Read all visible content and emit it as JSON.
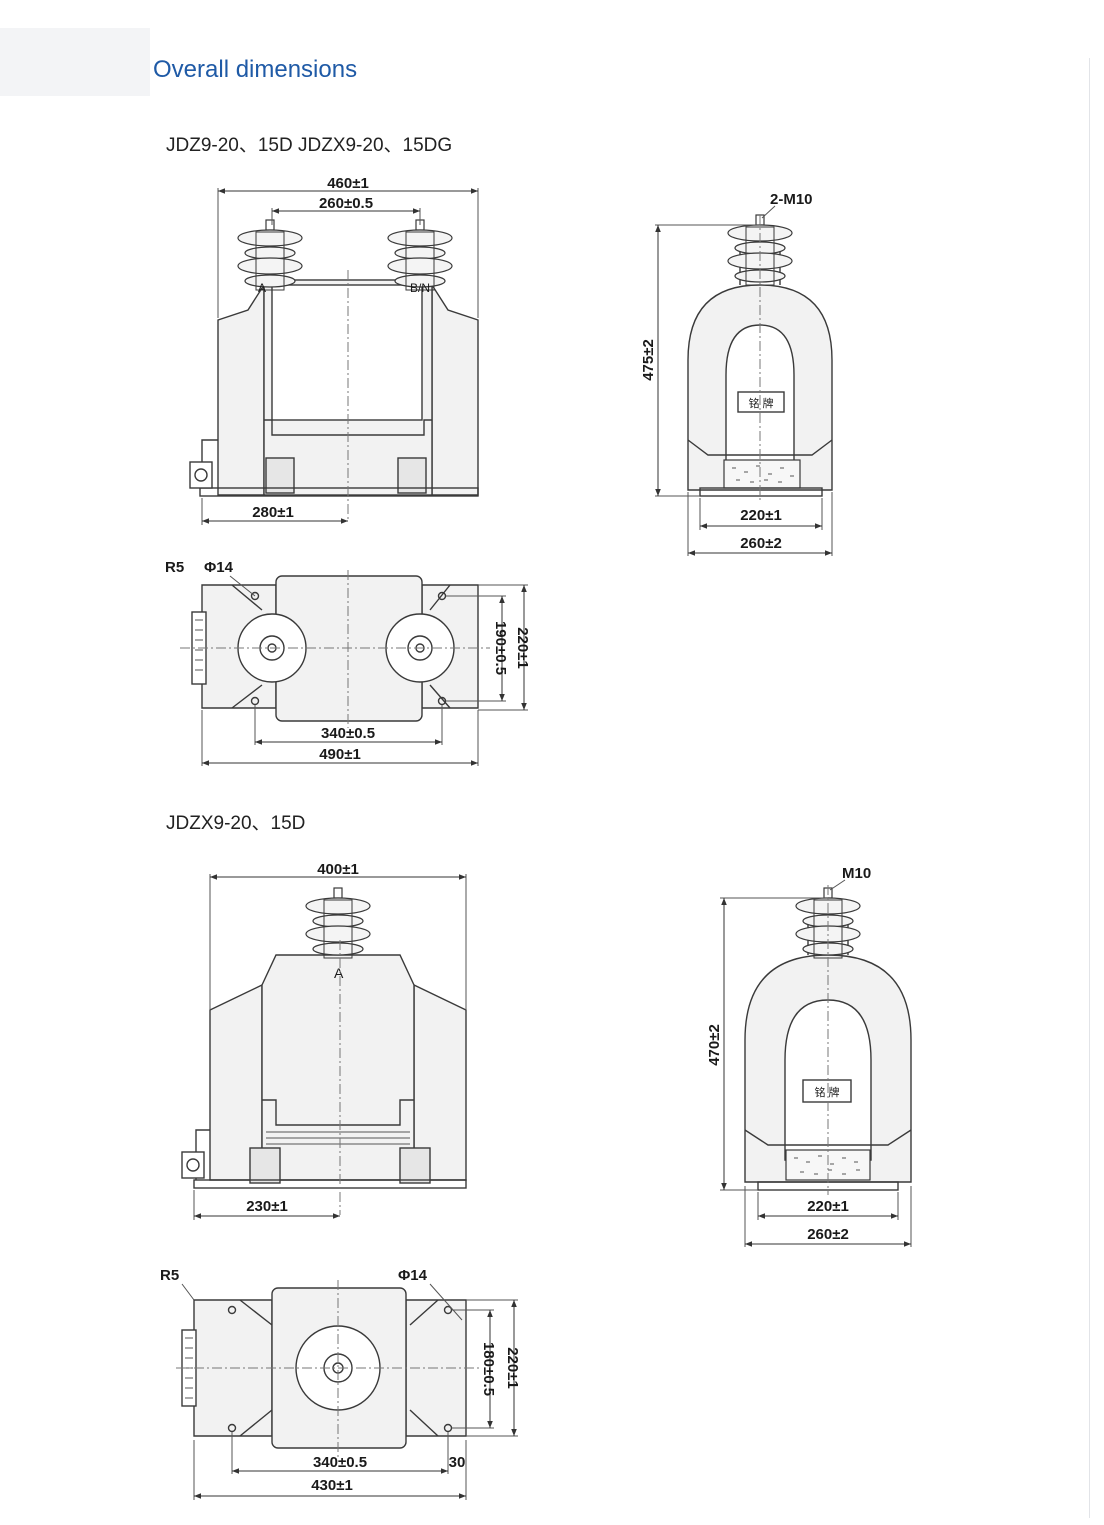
{
  "page": {
    "title": "Overall dimensions"
  },
  "section1": {
    "heading": "JDZ9-20、15D   JDZX9-20、15DG",
    "front_view": {
      "dim_overall_width": "460±1",
      "dim_terminal_spacing": "260±0.5",
      "dim_base_offset": "280±1",
      "terminal_a_label": "A",
      "terminal_b_label": "B/N"
    },
    "plan_view": {
      "label_radius": "R5",
      "label_hole": "Φ14",
      "dim_mount_spacing": "340±0.5",
      "dim_length": "490±1",
      "dim_mount_depth": "190±0.5",
      "dim_depth": "220±1"
    },
    "side_view": {
      "label_terminal": "2-M10",
      "dim_height": "475±2",
      "dim_mount_width": "220±1",
      "dim_base_width": "260±2",
      "nameplate_text": "铭 牌"
    }
  },
  "section2": {
    "heading": "JDZX9-20、15D",
    "front_view": {
      "dim_overall_width": "400±1",
      "dim_base_offset": "230±1",
      "terminal_a_label": "A"
    },
    "plan_view": {
      "label_radius": "R5",
      "label_hole": "Φ14",
      "dim_mount_spacing": "340±0.5",
      "dim_edge_offset": "30",
      "dim_length": "430±1",
      "dim_mount_depth": "180±0.5",
      "dim_depth": "220±1"
    },
    "side_view": {
      "label_terminal": "M10",
      "dim_height": "470±2",
      "dim_mount_width": "220±1",
      "dim_base_width": "260±2",
      "nameplate_text": "铭 牌"
    }
  }
}
